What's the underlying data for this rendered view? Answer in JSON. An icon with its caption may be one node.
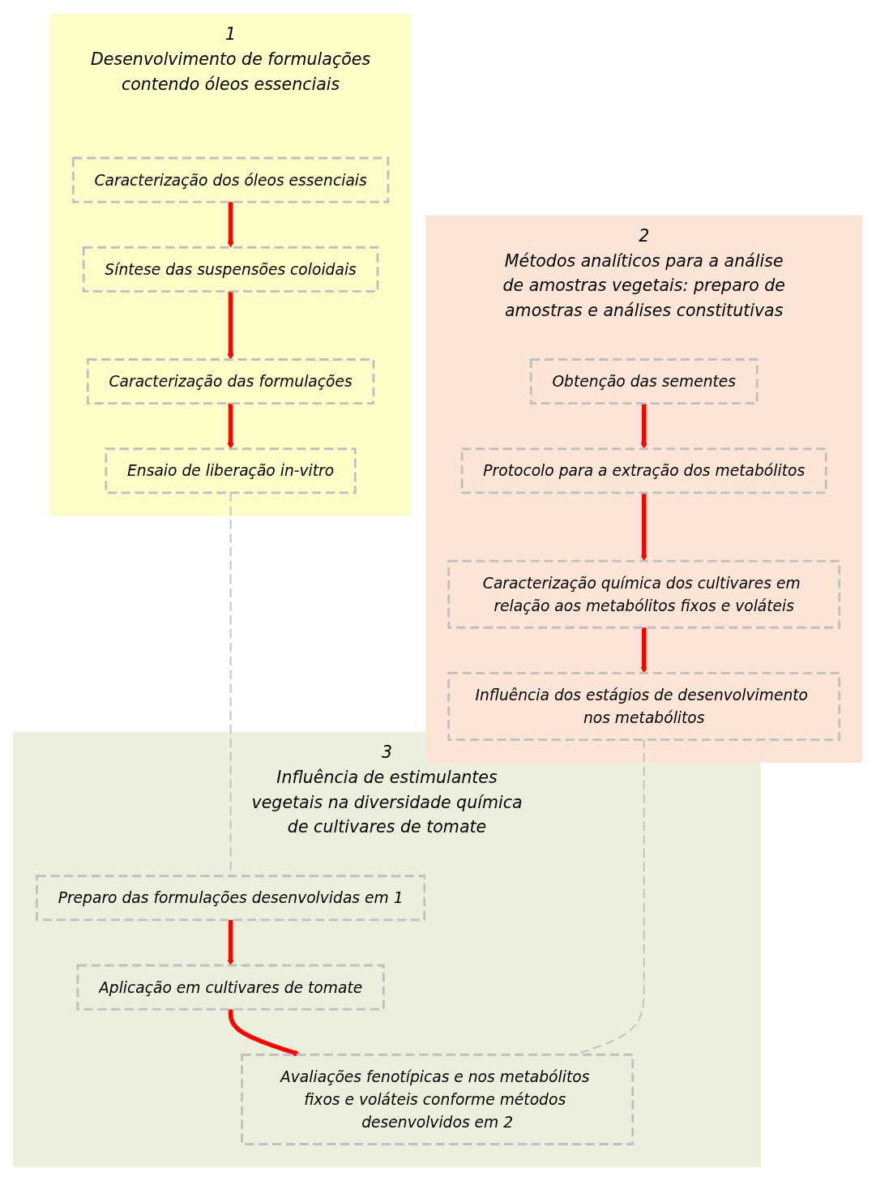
{
  "diagram": {
    "nodes": [
      {
        "text": [
          "1",
          "Desenvolvimento de formulações contendo óleos essenciais"
        ]
      },
      {
        "text": [
          "Caracterização dos óleos essenciais"
        ],
        "in": 0
      },
      {
        "text": [
          "Síntese das suspensões coloidais"
        ],
        "in": 0
      },
      {
        "text": [
          "Caracterização das formulações"
        ],
        "in": 0
      },
      {
        "text": [
          "Ensaio de liberação in-vitro"
        ],
        "in": 0
      },
      {
        "text": [
          "2",
          "Métodos analíticos para a análise de amostras vegetais: preparo de amostras e análises constitutivas"
        ]
      },
      {
        "text": [
          "Obtenção das sementes"
        ],
        "in": 5
      },
      {
        "text": [
          "Protocolo para a extração dos metabólitos"
        ],
        "in": 5
      },
      {
        "text": [
          "Caracterização química dos cultivares em relação aos metabólitos fixos e voláteis"
        ],
        "in": 5
      },
      {
        "text": [
          "Influência dos estágios de desenvolvimento nos metabólitos"
        ],
        "in": 5
      },
      {
        "text": [
          "3",
          "Influência de estimulantes vegetais na diversidade química de cultivares de tomate"
        ]
      },
      {
        "text": [
          "Preparo das formulações desenvolvidas em 1"
        ],
        "in": 10
      },
      {
        "text": [
          "Aplicação em cultivares de tomate"
        ],
        "in": 10
      },
      {
        "text": [
          "Avaliações fenotípicas e nos metabólitos fixos e voláteis conforme métodos desenvolvidos em 2"
        ],
        "in": 10
      }
    ],
    "edges": [
      {
        "from": 1,
        "to": 2,
        "arrow": "to"
      },
      {
        "from": 2,
        "to": 3,
        "arrow": "to"
      },
      {
        "from": 3,
        "to": 4,
        "arrow": "to"
      },
      {
        "from": 6,
        "to": 7,
        "arrow": "to"
      },
      {
        "from": 7,
        "to": 8,
        "arrow": "to"
      },
      {
        "from": 8,
        "to": 9,
        "arrow": "to"
      },
      {
        "from": 11,
        "to": 12,
        "arrow": "to"
      },
      {
        "from": 12,
        "to": 13,
        "arrow": "to"
      },
      {
        "from": 4,
        "to": 11,
        "arrow": "none",
        "style": "dashed",
        "color": "#bfbfbf"
      },
      {
        "from": 9,
        "to": 13,
        "arrow": "none",
        "style": "dashed",
        "color": "#bfbfbf"
      }
    ]
  }
}
